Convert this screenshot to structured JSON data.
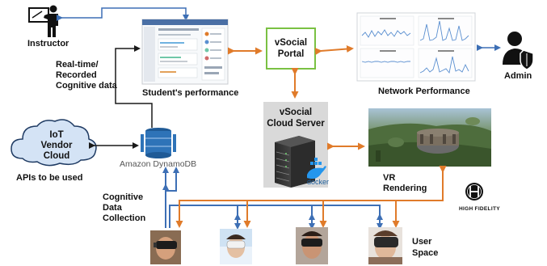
{
  "labels": {
    "instructor": "Instructor",
    "realtime_line1": "Real-time/",
    "realtime_line2": "Recorded",
    "realtime_line3": "Cognitive data",
    "students_performance": "Student's performance",
    "vsocial_portal_line1": "vSocial",
    "vsocial_portal_line2": "Portal",
    "network_performance": "Network Performance",
    "admin": "Admin",
    "iot_line1": "IoT",
    "iot_line2": "Vendor",
    "iot_line3": "Cloud",
    "apis": "APIs to be used",
    "amazon_dynamodb": "Amazon DynamoDB",
    "cloud_server_line1": "vSocial",
    "cloud_server_line2": "Cloud Server",
    "docker": "docker",
    "vr_line1": "VR",
    "vr_line2": "Rendering",
    "high_fidelity": "HIGH FIDELITY",
    "cognitive_line1": "Cognitive",
    "cognitive_line2": "Data",
    "cognitive_line3": "Collection",
    "user_space_line1": "User",
    "user_space_line2": "Space"
  },
  "colors": {
    "blue_arrow": "#3d6fb5",
    "orange_arrow": "#e07b2a",
    "portal_border": "#7ac143",
    "dark_navy": "#1f3b63",
    "server_bg": "#d9d9d9",
    "dynamo_blue": "#2e73b8",
    "cloud_fill": "#d4e3f5"
  },
  "icons": {
    "instructor": "presenter-icon",
    "admin": "admin-shield-icon",
    "database": "dynamodb-icon",
    "server": "server-rack-icon",
    "docker": "docker-whale-icon",
    "high_fidelity": "high-fidelity-logo-icon"
  }
}
